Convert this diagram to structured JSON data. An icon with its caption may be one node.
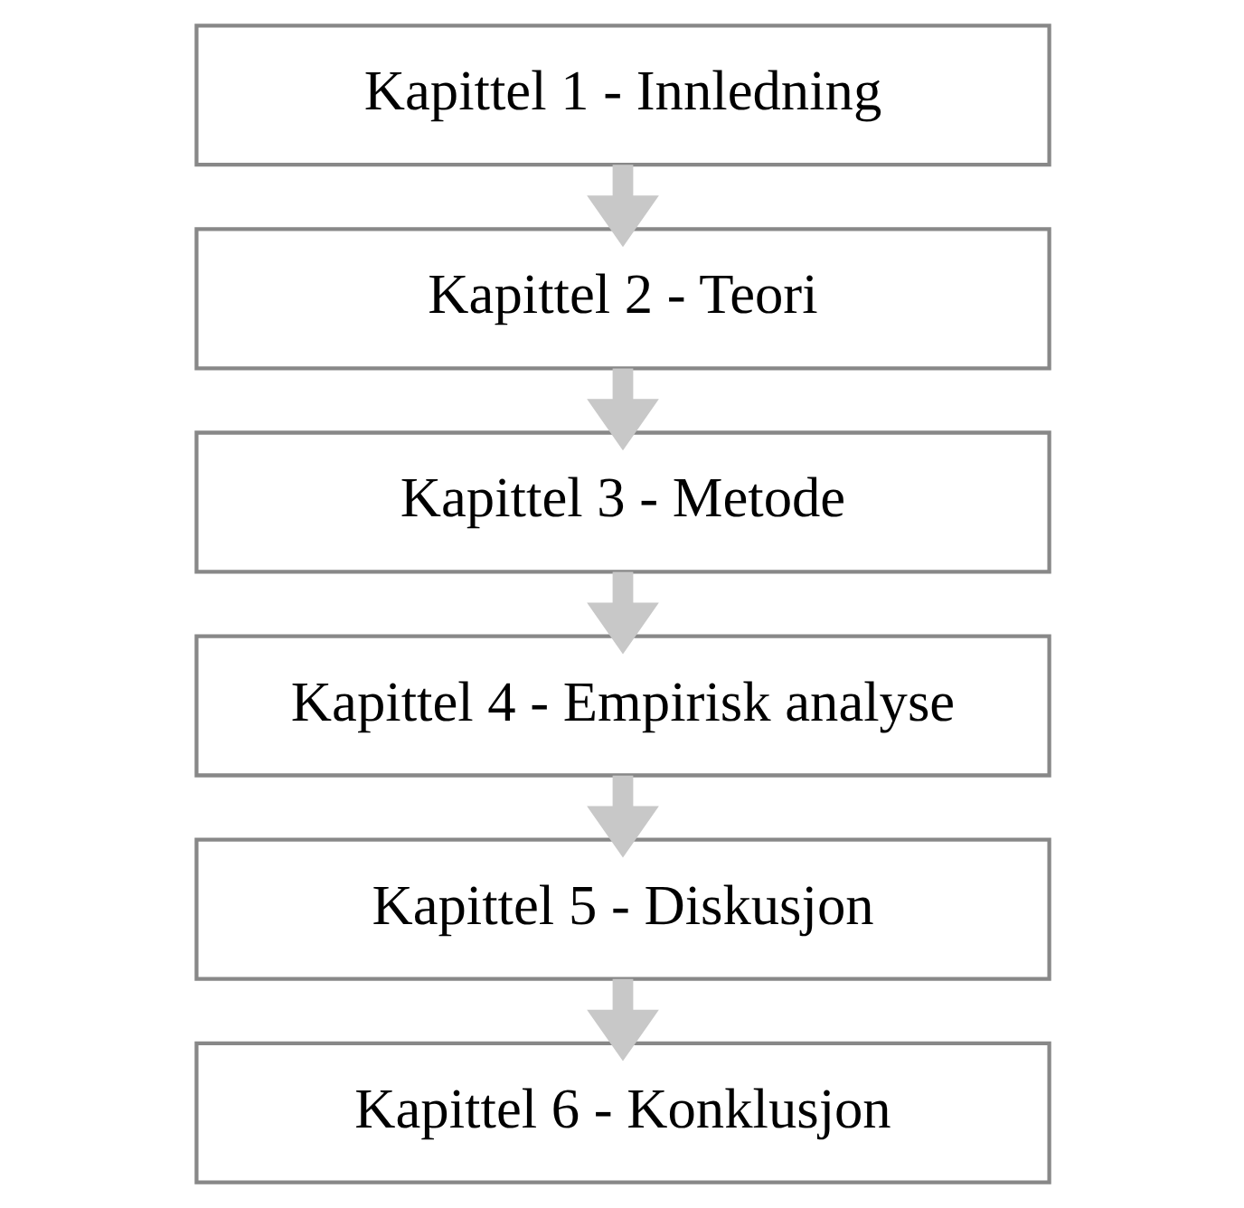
{
  "diagram": {
    "nodes": [
      {
        "text": [
          "Kapittel 1 - Innledning"
        ]
      },
      {
        "text": [
          "Kapittel 2 - Teori"
        ]
      },
      {
        "text": [
          "Kapittel 3 - Metode"
        ]
      },
      {
        "text": [
          "Kapittel 4 - Empirisk analyse"
        ]
      },
      {
        "text": [
          "Kapittel 5 - Diskusjon"
        ]
      },
      {
        "text": [
          "Kapittel 6 - Konklusjon"
        ]
      }
    ],
    "edges": [
      {
        "from": 0,
        "to": 1,
        "arrow": "to"
      },
      {
        "from": 1,
        "to": 2,
        "arrow": "to"
      },
      {
        "from": 2,
        "to": 3,
        "arrow": "to"
      },
      {
        "from": 3,
        "to": 4,
        "arrow": "to"
      },
      {
        "from": 4,
        "to": 5,
        "arrow": "to"
      }
    ]
  }
}
